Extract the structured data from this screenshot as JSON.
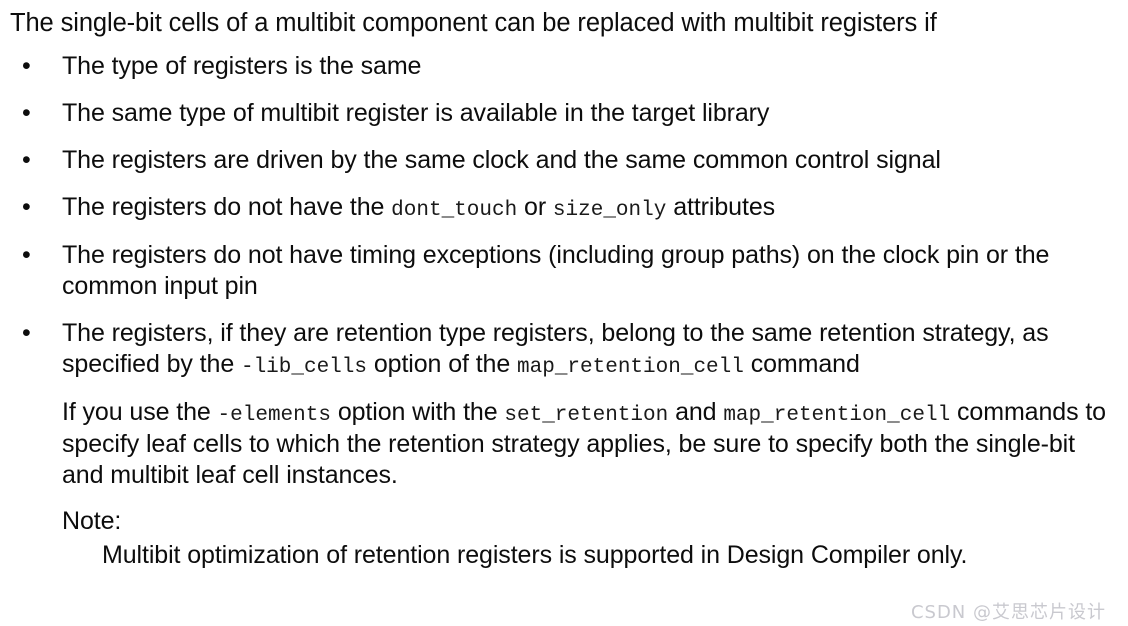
{
  "document": {
    "intro": "The single-bit cells of a multibit component can be replaced with multibit registers if",
    "bullets": [
      {
        "id": "same-register-type",
        "marker": "•",
        "parts": [
          {
            "kind": "text",
            "value": "The type of registers is the same"
          }
        ]
      },
      {
        "id": "multibit-available-in-library",
        "marker": "•",
        "parts": [
          {
            "kind": "text",
            "value": "The same type of multibit register is available in the target library"
          }
        ]
      },
      {
        "id": "same-clock-and-control",
        "marker": "•",
        "parts": [
          {
            "kind": "text",
            "value": "The registers are driven by the same clock and the same common control signal"
          }
        ]
      },
      {
        "id": "no-dont-touch-size-only",
        "marker": "•",
        "parts": [
          {
            "kind": "text",
            "value": "The registers do not have the "
          },
          {
            "kind": "code",
            "value": "dont_touch"
          },
          {
            "kind": "text",
            "value": " or "
          },
          {
            "kind": "code",
            "value": "size_only"
          },
          {
            "kind": "text",
            "value": " attributes"
          }
        ]
      },
      {
        "id": "no-timing-exceptions",
        "marker": "•",
        "parts": [
          {
            "kind": "text",
            "value": "The registers do not have timing exceptions (including group paths) on the clock pin or the common input pin"
          }
        ]
      },
      {
        "id": "retention-same-strategy",
        "marker": "•",
        "parts": [
          {
            "kind": "text",
            "value": "The registers, if they are retention type registers, belong to the same retention strategy, as specified by the "
          },
          {
            "kind": "code",
            "value": "-lib_cells"
          },
          {
            "kind": "text",
            "value": " option of the "
          },
          {
            "kind": "code",
            "value": "map_retention_cell"
          },
          {
            "kind": "text",
            "value": " command"
          }
        ]
      }
    ],
    "sub_paragraph": {
      "id": "elements-option-paragraph",
      "parts": [
        {
          "kind": "text",
          "value": "If you use the "
        },
        {
          "kind": "code",
          "value": "-elements"
        },
        {
          "kind": "text",
          "value": " option with the "
        },
        {
          "kind": "code",
          "value": "set_retention"
        },
        {
          "kind": "text",
          "value": " and "
        },
        {
          "kind": "code",
          "value": "map_retention_cell"
        },
        {
          "kind": "text",
          "value": " commands to specify leaf cells to which the retention strategy applies, be sure to specify both the single-bit and multibit leaf cell instances."
        }
      ]
    },
    "note": {
      "label": "Note:",
      "body": "Multibit optimization of retention registers is supported in Design Compiler only."
    },
    "watermark": {
      "text": "CSDN @艾思芯片设计",
      "color": "#c9c9cf"
    }
  }
}
